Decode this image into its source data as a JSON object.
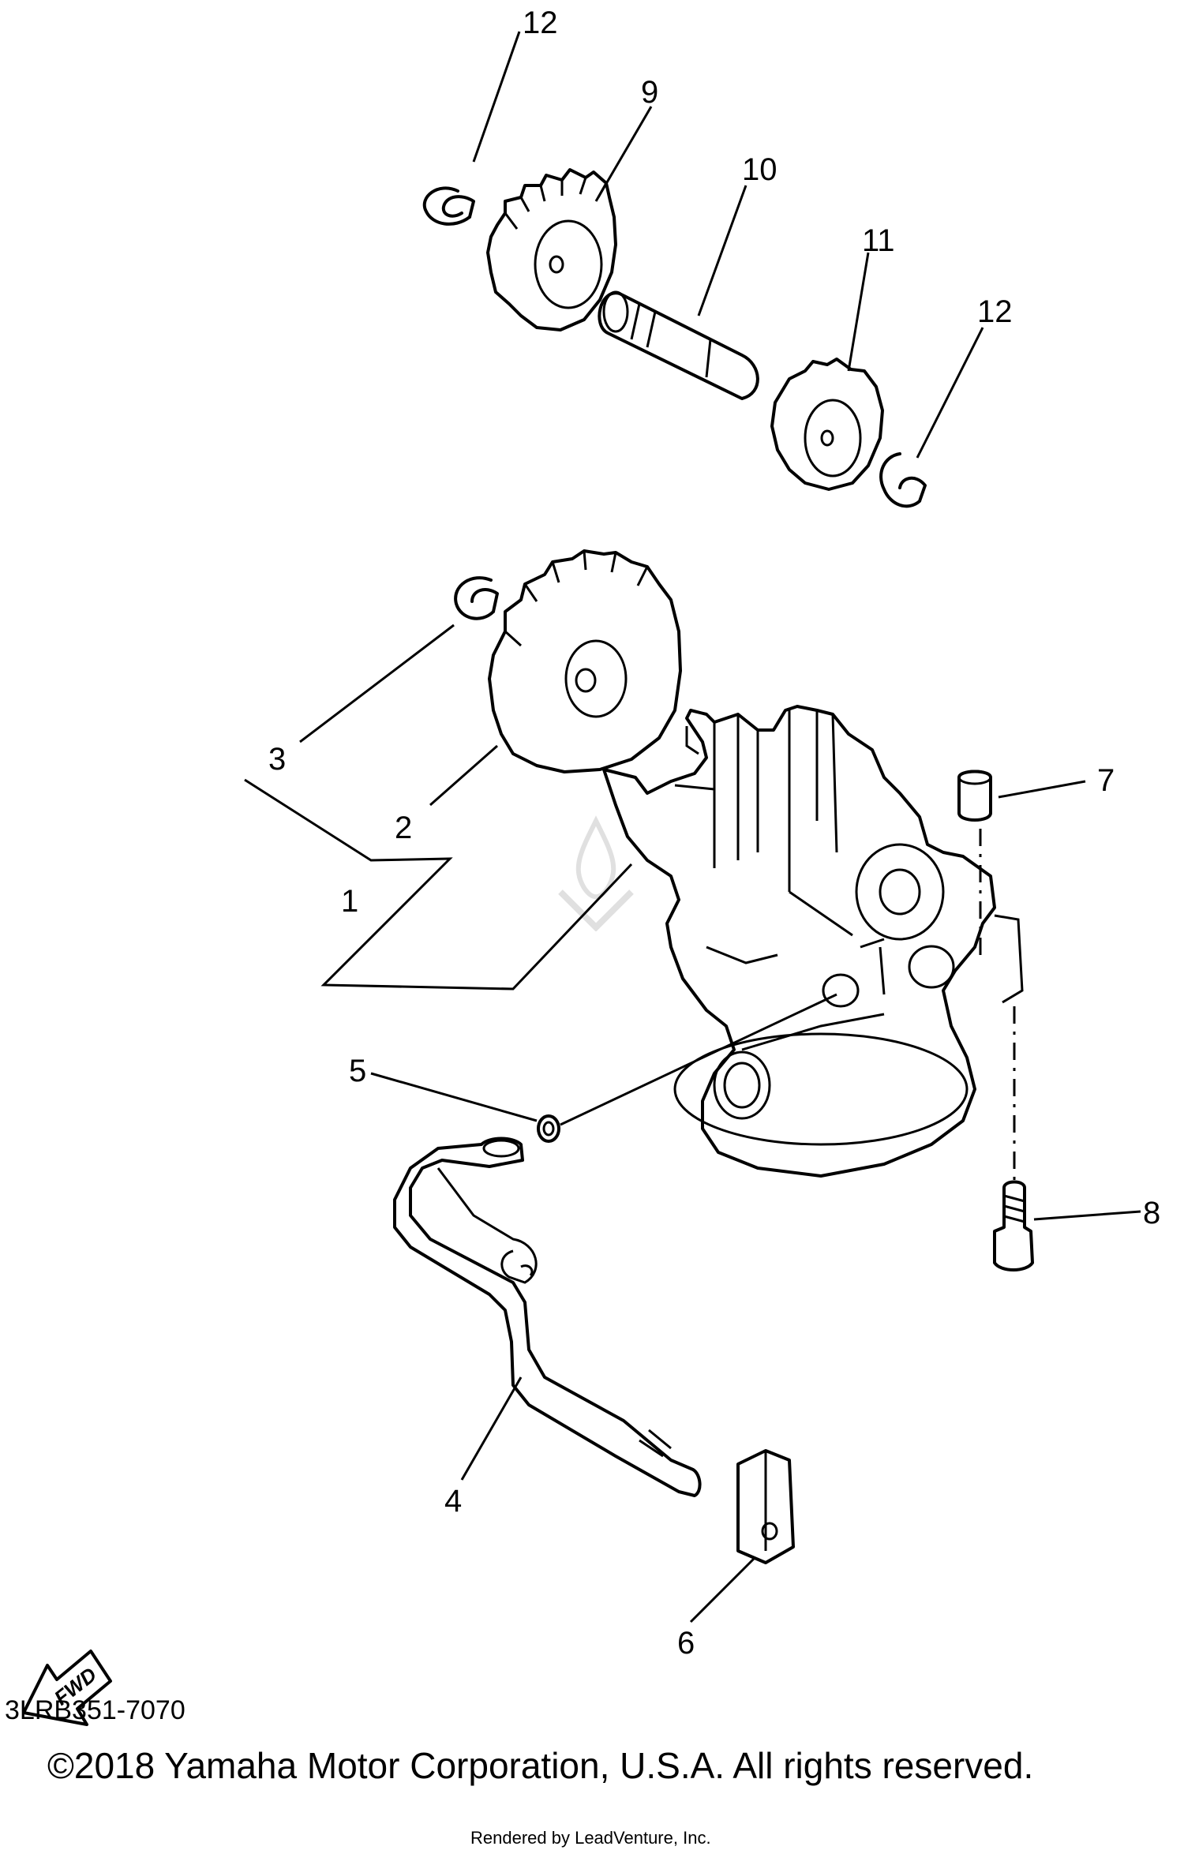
{
  "callouts": {
    "c1": "1",
    "c2": "2",
    "c3": "3",
    "c4": "4",
    "c5": "5",
    "c6": "6",
    "c7": "7",
    "c8": "8",
    "c9": "9",
    "c10": "10",
    "c11": "11",
    "c12a": "12",
    "c12b": "12"
  },
  "arrow_label": "FWD",
  "footer": {
    "diagram_code": "3LRB351-7070",
    "copyright": "©2018 Yamaha Motor Corporation, U.S.A. All rights reserved.",
    "rendered_by": "Rendered by LeadVenture, Inc."
  },
  "watermark": "LEADVENTURE"
}
